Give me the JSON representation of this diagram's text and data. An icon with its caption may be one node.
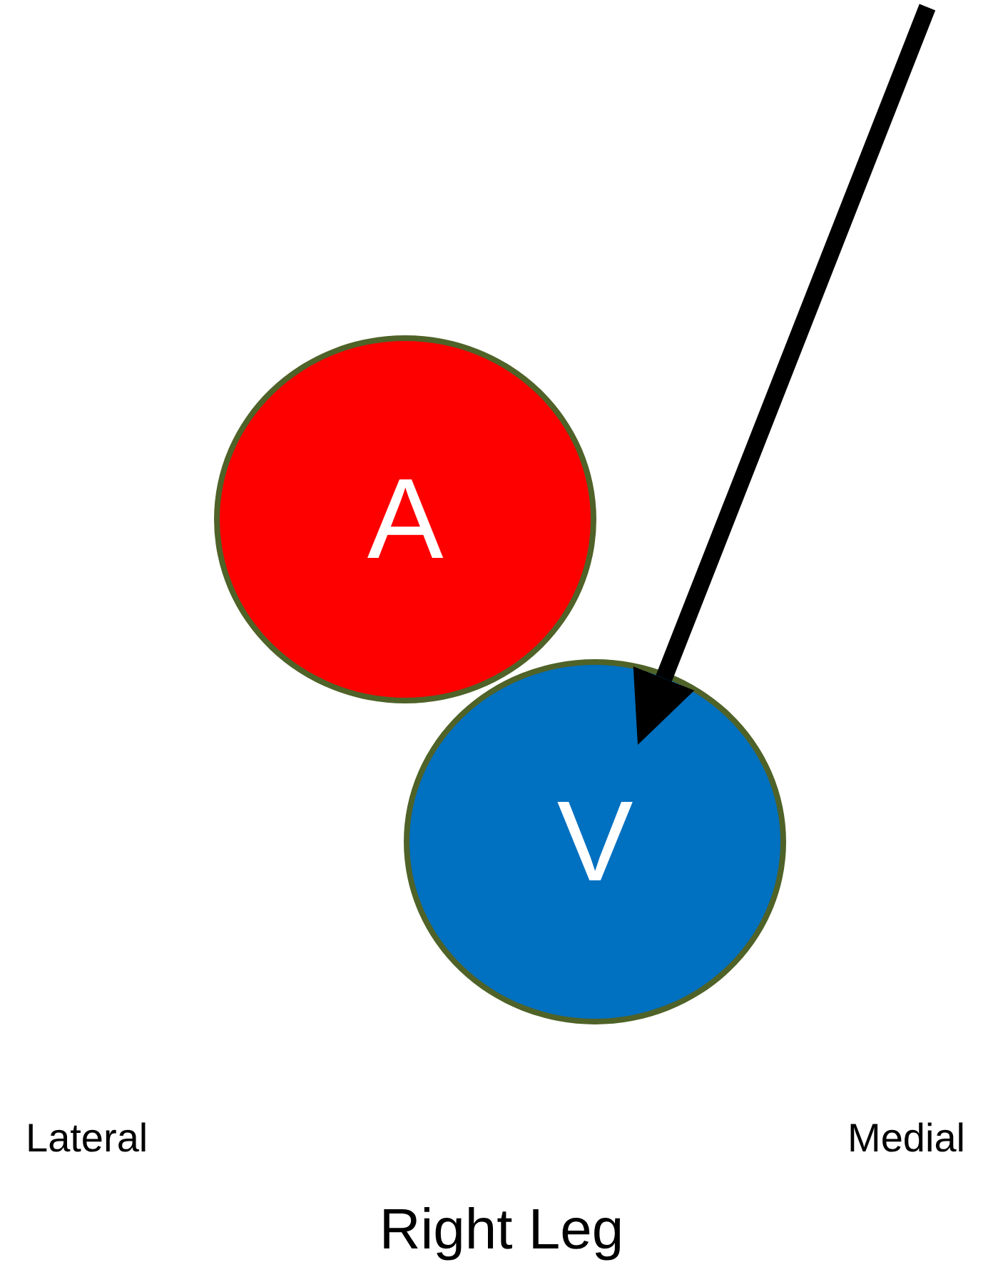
{
  "diagram": {
    "caption": "Right Leg",
    "nodes": [
      {
        "text": [
          "A"
        ]
      },
      {
        "text": [
          "V"
        ]
      }
    ],
    "edges": [
      {
        "from": null,
        "to": 1,
        "arrow": "to"
      }
    ],
    "labels": [
      "Lateral",
      "Medial"
    ]
  }
}
